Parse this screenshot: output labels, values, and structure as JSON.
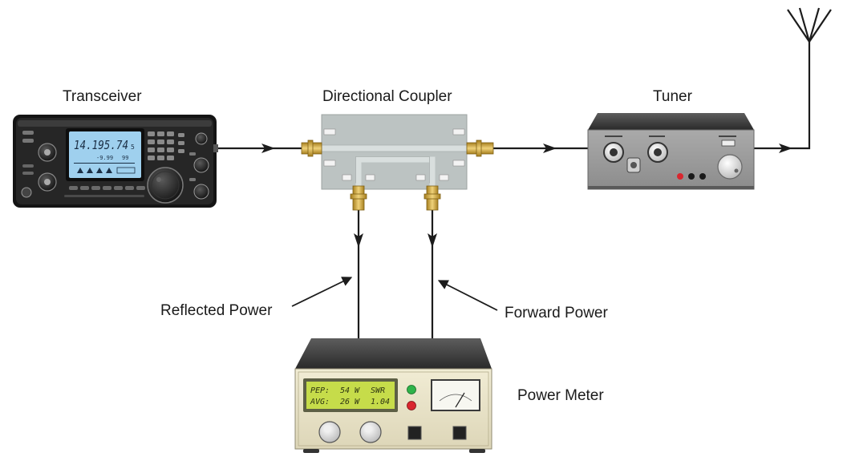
{
  "labels": {
    "transceiver": "Transceiver",
    "coupler": "Directional Coupler",
    "tuner": "Tuner",
    "reflected": "Reflected Power",
    "forward": "Forward Power",
    "meter": "Power Meter"
  },
  "transceiver_display": {
    "frequency": "14.195.74",
    "freq_suffix": "5",
    "sub_left": "-9.99",
    "sub_right": "99"
  },
  "meter_display": {
    "row1": [
      "PEP:",
      "54 W",
      "SWR"
    ],
    "row2": [
      "AVG:",
      "26 W",
      "1.04"
    ]
  },
  "colors": {
    "lcd": "#9fd0ee",
    "meter_lcd": "#c6dc4a",
    "coupler_board": "#bcc3c2",
    "brass": "#d2aa3c",
    "led_green": "#2fb34a",
    "led_red": "#d9262e"
  }
}
